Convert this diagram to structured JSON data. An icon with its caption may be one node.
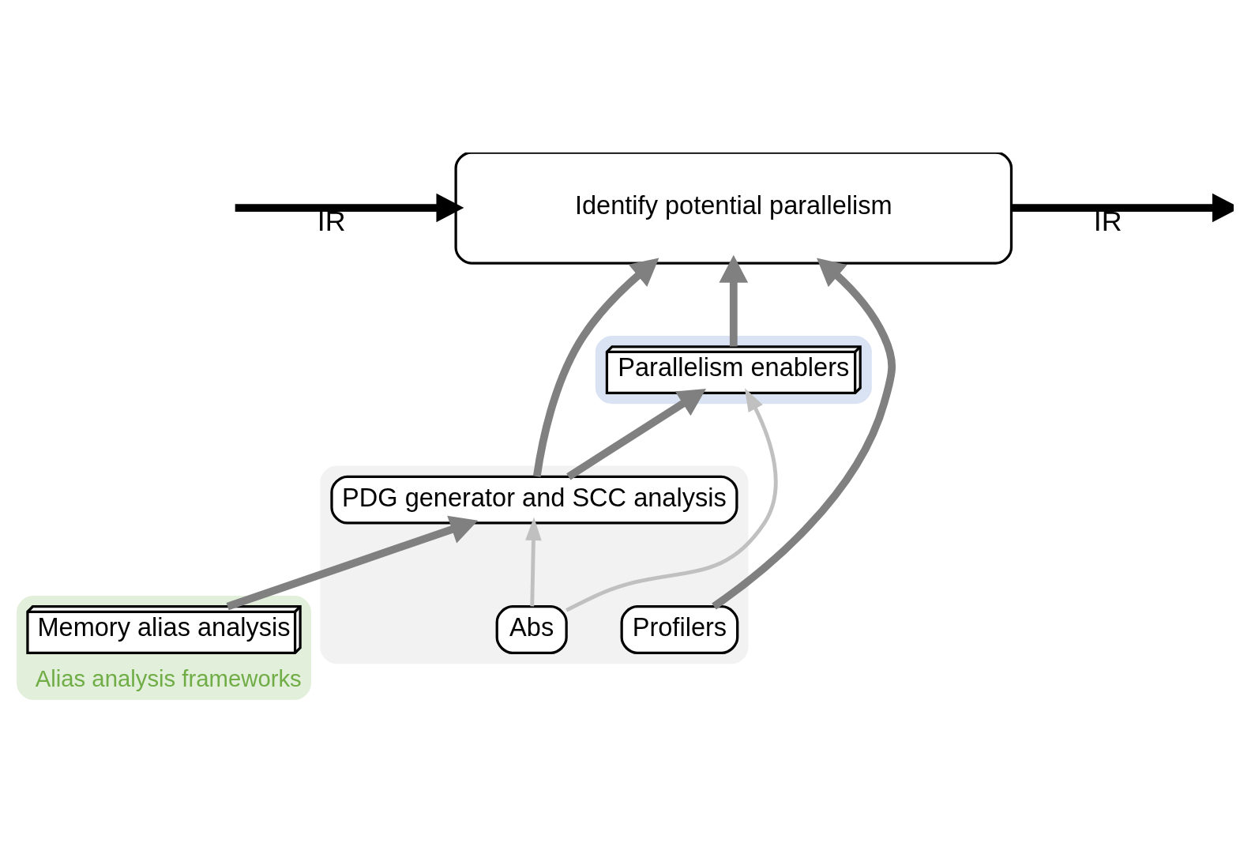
{
  "diagram": {
    "nodes": [
      {
        "text": [
          "Identify potential parallelism"
        ]
      },
      {
        "text": [],
        "shape": "box"
      },
      {
        "text": [
          "Parallelism enablers"
        ],
        "in": 1
      },
      {
        "text": [],
        "shape": "box"
      },
      {
        "text": [
          "Abs"
        ],
        "in": 3
      },
      {
        "text": [
          "PDG generator and SCC analysis"
        ],
        "in": 3
      },
      {
        "text": [
          "Profilers"
        ],
        "in": 3
      },
      {
        "text": [
          "Alias analysis frameworks"
        ]
      },
      {
        "text": [
          "Memory alias analysis"
        ],
        "in": 7
      }
    ],
    "edges": [
      {
        "from": null,
        "to": 0,
        "arrow": "to",
        "label": "IR",
        "color": "#000000"
      },
      {
        "from": 0,
        "to": null,
        "arrow": "to",
        "label": "IR",
        "color": "#000000"
      },
      {
        "from": 2,
        "to": 0,
        "arrow": "to"
      },
      {
        "from": 5,
        "to": 0,
        "arrow": "to"
      },
      {
        "from": 6,
        "to": 0,
        "arrow": "to"
      },
      {
        "from": 4,
        "to": 2,
        "arrow": "to",
        "color": "#c0c0c0"
      },
      {
        "from": 4,
        "to": 5,
        "arrow": "to",
        "color": "#c0c0c0"
      },
      {
        "from": 5,
        "to": 2,
        "arrow": "to"
      },
      {
        "from": 8,
        "to": 5,
        "arrow": "to"
      }
    ]
  }
}
